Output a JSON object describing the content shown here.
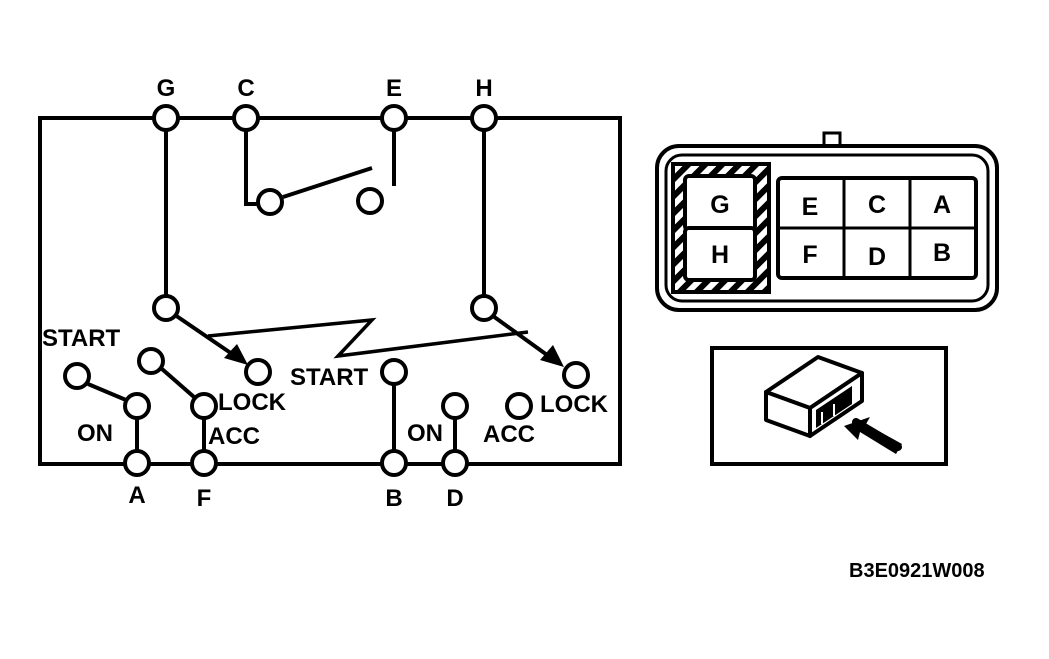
{
  "circuit": {
    "top_terminals": {
      "g": "G",
      "c": "C",
      "e": "E",
      "h": "H"
    },
    "bottom_terminals": {
      "a": "A",
      "f": "F",
      "b": "B",
      "d": "D"
    },
    "left_labels": {
      "start": "START",
      "on": "ON",
      "lock": "LOCK",
      "acc": "ACC"
    },
    "right_labels": {
      "start": "START",
      "on": "ON",
      "lock": "LOCK",
      "acc": "ACC"
    }
  },
  "connector": {
    "cells": {
      "g": "G",
      "h": "H",
      "e": "E",
      "f": "F",
      "c": "C",
      "d": "D",
      "a": "A",
      "b": "B"
    }
  },
  "figure_code": "B3E0921W008"
}
